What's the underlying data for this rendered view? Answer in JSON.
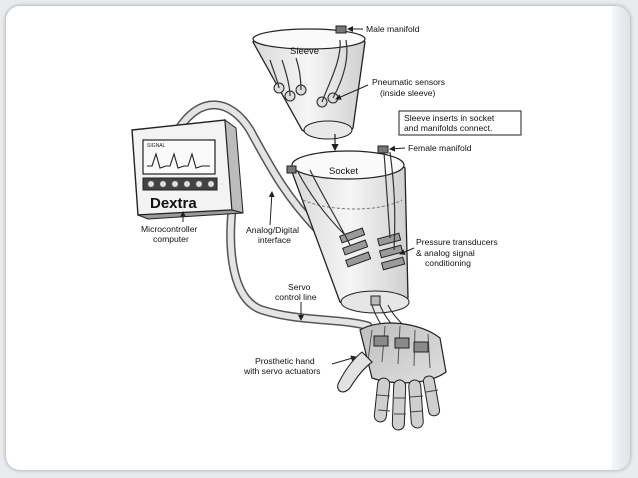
{
  "labels": {
    "male_manifold": "Male manifold",
    "sleeve": "Sleeve",
    "pneumatic_sensors_1": "Pneumatic sensors",
    "pneumatic_sensors_2": "(inside sleeve)",
    "note_1": "Sleeve inserts in socket",
    "note_2": "and manifolds connect.",
    "female_manifold": "Female manifold",
    "socket": "Socket",
    "device_brand": "Dextra",
    "device_screen": "SIGNAL",
    "microcontroller_1": "Microcontroller",
    "microcontroller_2": "computer",
    "analog_1": "Analog/Digital",
    "analog_2": "interface",
    "pressure_1": "Pressure transducers",
    "pressure_2": "& analog signal",
    "pressure_3": "conditioning",
    "servo_1": "Servo",
    "servo_2": "control line",
    "hand_1": "Prosthetic hand",
    "hand_2": "with servo actuators"
  },
  "colors": {
    "slide_background": "#ffffff",
    "page_background": "#e9ecef",
    "line": "#333333"
  }
}
